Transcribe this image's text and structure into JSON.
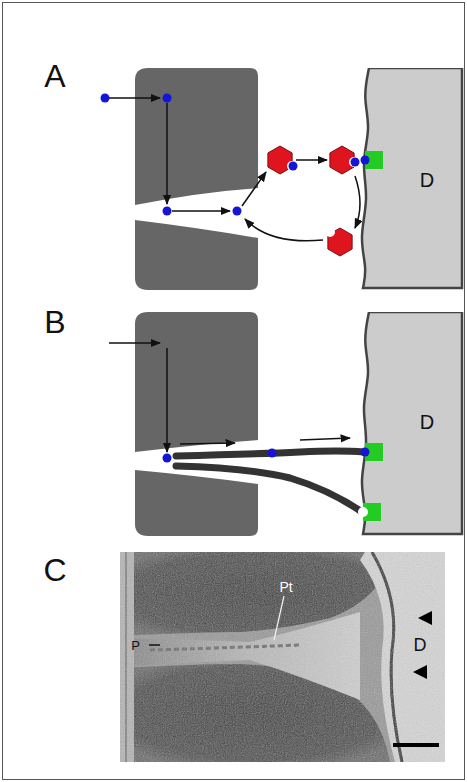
{
  "diagram": {
    "nodes": [
      {
        "text": [
          "D"
        ]
      },
      {
        "text": [
          "D"
        ]
      }
    ],
    "labels": [
      "A",
      "B",
      "C",
      "P",
      "Pt",
      "D"
    ]
  }
}
